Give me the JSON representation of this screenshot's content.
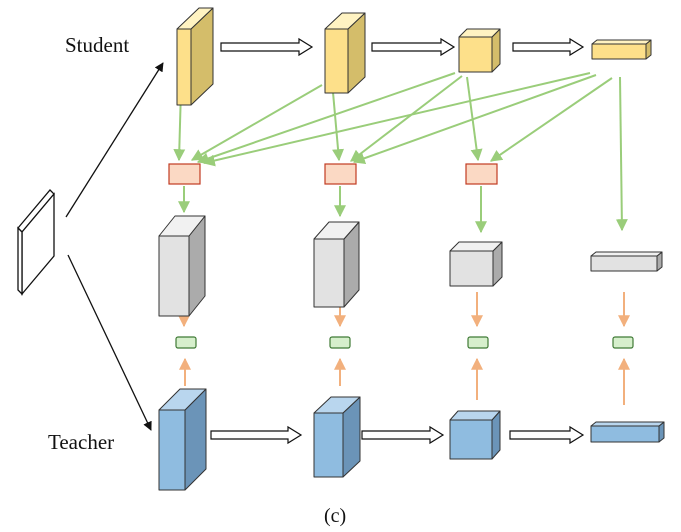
{
  "labels": {
    "student": "Student",
    "teacher": "Teacher",
    "caption": "(c)"
  },
  "colors": {
    "student_front": "#fde08a",
    "student_side": "#d4bd6a",
    "student_top": "#fff3c2",
    "teacher_front": "#8fbce0",
    "teacher_side": "#6b94b8",
    "teacher_top": "#b9d6ee",
    "gray_front": "#e2e2e2",
    "gray_side": "#ababab",
    "gray_top": "#f1f1f1",
    "adapter_fill": "#fbd9c4",
    "adapter_stroke": "#c23b22",
    "loss_fill": "#d6efcc",
    "loss_stroke": "#3f7a35",
    "green_arrow": "#9acd7a",
    "orange_arrow": "#f2b07d"
  }
}
